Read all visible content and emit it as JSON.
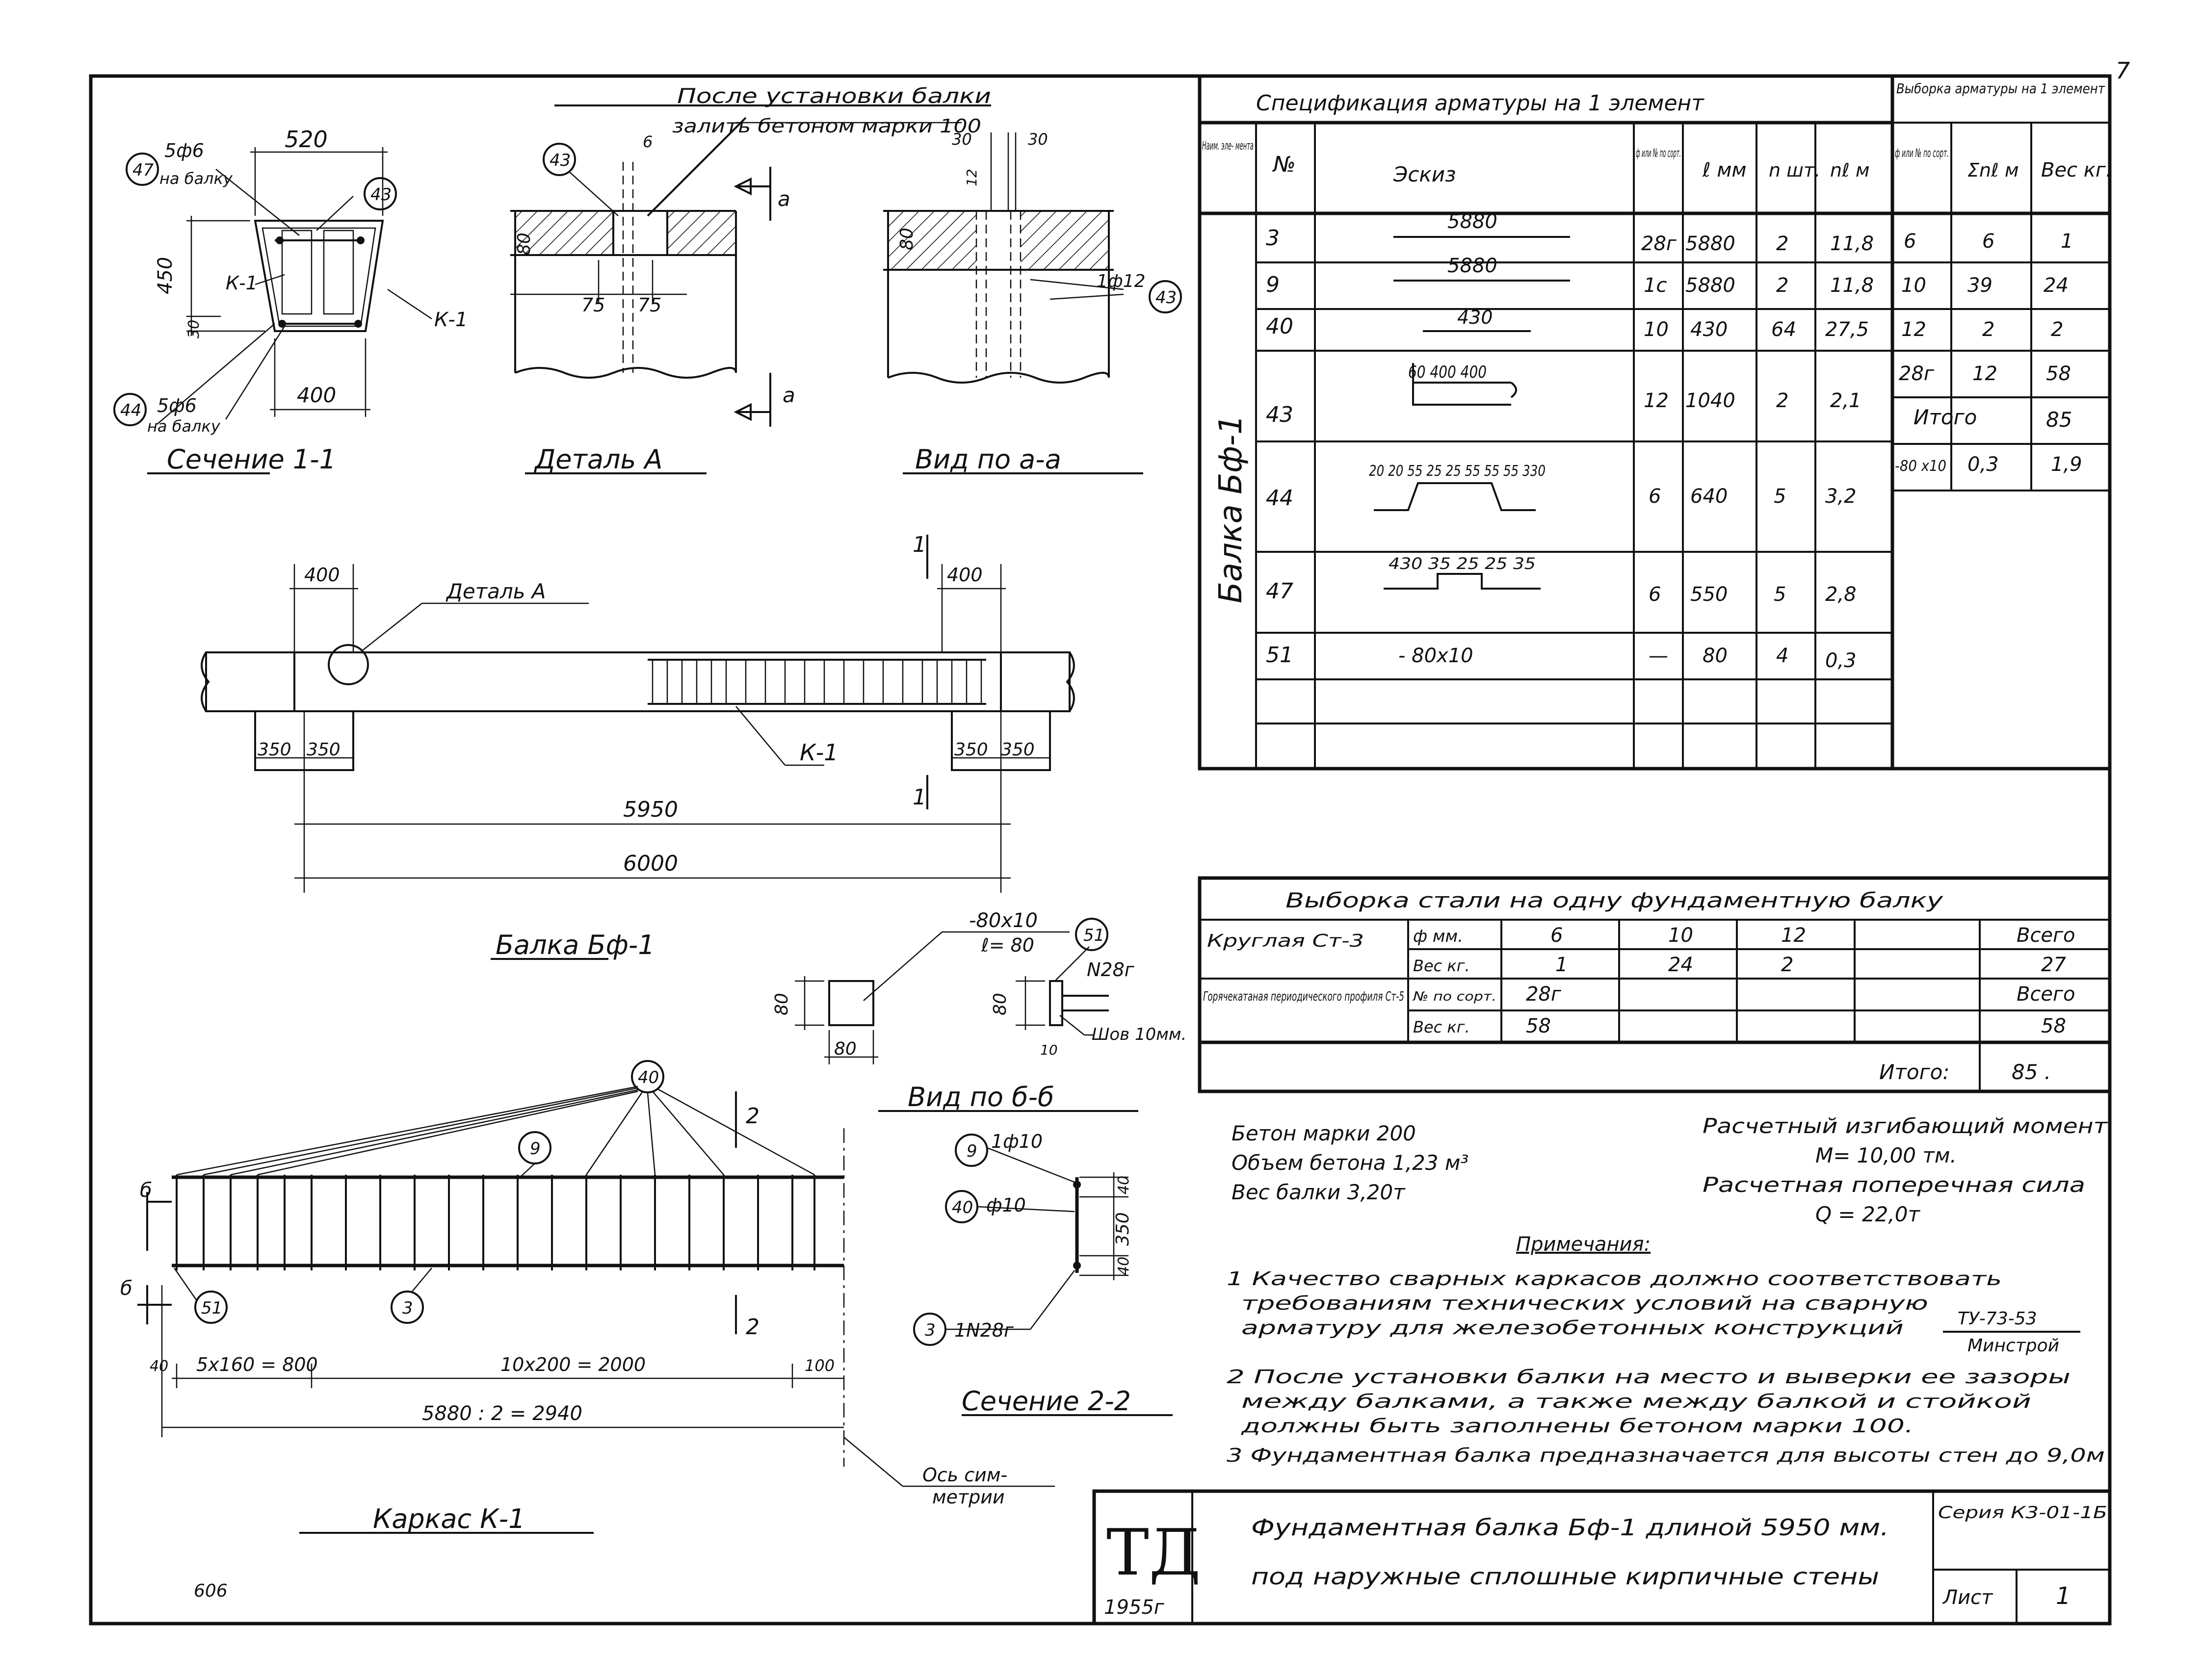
{
  "page_number": "7",
  "spec": {
    "title": "Спецификация арматуры на 1 элемент",
    "headers": [
      "Наим. эле- мента",
      "№",
      "Эскиз",
      "ф или № по сорт.",
      "ℓ мм",
      "n шт.",
      "nℓ м"
    ],
    "element": "Балка Бф-1",
    "rows": [
      {
        "no": "3",
        "sketch": "5880",
        "dia": "28г",
        "len": "5880",
        "n": "2",
        "total": "11,8"
      },
      {
        "no": "9",
        "sketch": "5880",
        "dia": "1с",
        "len": "5880",
        "n": "2",
        "total": "11,8"
      },
      {
        "no": "40",
        "sketch": "430",
        "dia": "10",
        "len": "430",
        "n": "64",
        "total": "27,5"
      },
      {
        "no": "43",
        "sketch": "60 400 400",
        "dia": "12",
        "len": "1040",
        "n": "2",
        "total": "2,1"
      },
      {
        "no": "44",
        "sketch": "20 20 55 25 25 55 55 55 330",
        "dia": "6",
        "len": "640",
        "n": "5",
        "total": "3,2"
      },
      {
        "no": "47",
        "sketch": "430 35 25 25 35",
        "dia": "6",
        "len": "550",
        "n": "5",
        "total": "2,8"
      },
      {
        "no": "51",
        "sketch": "- 80x10",
        "dia": "—",
        "len": "80",
        "n": "4",
        "total": "0,3"
      }
    ]
  },
  "selection": {
    "title": "Выборка арматуры на 1 элемент",
    "headers": [
      "ф или № по сорт.",
      "Σnℓ м",
      "Вес кг."
    ],
    "rows": [
      {
        "dia": "6",
        "len": "6",
        "w": "1"
      },
      {
        "dia": "10",
        "len": "39",
        "w": "24"
      },
      {
        "dia": "12",
        "len": "2",
        "w": "2"
      },
      {
        "dia": "28г",
        "len": "12",
        "w": "58"
      }
    ],
    "itogo_label": "Итого",
    "itogo_value": "85",
    "extra": {
      "dia": "-80 x10",
      "len": "0,3",
      "w": "1,9"
    }
  },
  "steel": {
    "title": "Выборка стали на одну фундаментную балку",
    "round_label": "Круглая Ст-3",
    "diam_label": "ф мм.",
    "weight_label": "Вес кг.",
    "diams": [
      "6",
      "10",
      "12"
    ],
    "weights": [
      "1",
      "24",
      "2"
    ],
    "total_label": "Всего",
    "total_round": "27",
    "rolled_label": "Горячекатаная периодического профиля Ст-5",
    "sort_label": "№ по сорт.",
    "rolled_sort": "28г",
    "rolled_weight": "58",
    "total_rolled": "58",
    "itogo_label": "Итого:",
    "itogo_value": "85 ."
  },
  "concrete": {
    "line1": "Бетон марки 200",
    "line2": "Объем бетона 1,23 м³",
    "line3": "Вес балки 3,20т"
  },
  "loads": {
    "moment_label": "Расчетный изгибающий момент",
    "moment_value": "М= 10,00 тм.",
    "shear_label": "Расчетная поперечная сила",
    "shear_value": "Q = 22,0т"
  },
  "notes": {
    "title": "Примечания:",
    "n1a": "1 Качество сварных каркасов должно соответствовать",
    "n1b": "требованиям технических условий на сварную",
    "n1c": "арматуру для железобетонных конструкций",
    "ty_top": "ТУ-73-53",
    "ty_bottom": "Минстрой",
    "n2a": "2 После установки балки на место и выверки ее зазоры",
    "n2b": "между балками, а также между балкой и стойкой",
    "n2c": "должны быть заполнены бетоном марки 100.",
    "n3": "3 Фундаментная балка предназначается для высоты стен до 9,0м"
  },
  "title_block": {
    "logo": "ТД",
    "year": "1955г",
    "line1": "Фундаментная балка Бф-1 длиной 5950 мм.",
    "line2": "под наружные сплошные кирпичные стены",
    "series_label": "Серия К3-01-1Б",
    "sheet_label": "Лист",
    "sheet_no": "1",
    "code": "606"
  },
  "section_1_1": {
    "title": "Сечение 1-1",
    "dim_top": "520",
    "dim_height": "450",
    "dim_bottom": "400",
    "dim_30": "30",
    "bar47_label": "5ф6",
    "bar47_note": "на балку",
    "bar44_label": "5ф6",
    "bar44_note": "на балку",
    "k1": "К-1",
    "k1b": "К-1",
    "m47": "47",
    "m43": "43",
    "m44": "44"
  },
  "detail_a": {
    "title": "Деталь А",
    "note1": "После установки балки",
    "note2": "залить бетоном марки 100",
    "dim_80": "80",
    "dim_75a": "75",
    "dim_75b": "75",
    "dim_6": "6",
    "m43": "43"
  },
  "view_aa": {
    "title": "Вид по а-а",
    "dim_30a": "30",
    "dim_30b": "30",
    "dim_12": "12",
    "dim_80": "80",
    "bar": "1ф12",
    "m43": "43",
    "a_top": "а",
    "a_bottom": "а"
  },
  "beam": {
    "title": "Балка Бф-1",
    "detail_ref": "Деталь А",
    "dim_400a": "400",
    "dim_400b": "400",
    "dim_350a": "350",
    "dim_350b": "350",
    "dim_350c": "350",
    "dim_350d": "350",
    "span": "5950",
    "length": "6000",
    "k1": "К-1",
    "sec1": "1",
    "sec2": "1"
  },
  "plate": {
    "title": "Вид по б-б",
    "plate": "-80x10",
    "len": "ℓ= 80",
    "bar": "N28г",
    "weld": "Шов 10мм.",
    "dim_80a": "80",
    "dim_80b": "80",
    "dim_80c": "80",
    "dim_10": "10",
    "m51": "51"
  },
  "frame": {
    "title": "Каркас К-1",
    "dim_40": "40",
    "dim_100": "100",
    "pitch1": "5x160 = 800",
    "pitch2": "10x200 = 2000",
    "half": "5880 : 2 = 2940",
    "axis1": "Ось сим-",
    "axis2": "метрии",
    "b1": "б",
    "b2": "б",
    "s2a": "2",
    "s2b": "2",
    "m40": "40",
    "m9": "9",
    "m51": "51",
    "m3": "3"
  },
  "section_2_2": {
    "title": "Сечение 2-2",
    "bar9": "1ф10",
    "bar40": "ф10",
    "bar3": "1N28г",
    "dim_40a": "40",
    "dim_350": "350",
    "dim_40b": "40",
    "m9": "9",
    "m40": "40",
    "m3": "3"
  }
}
